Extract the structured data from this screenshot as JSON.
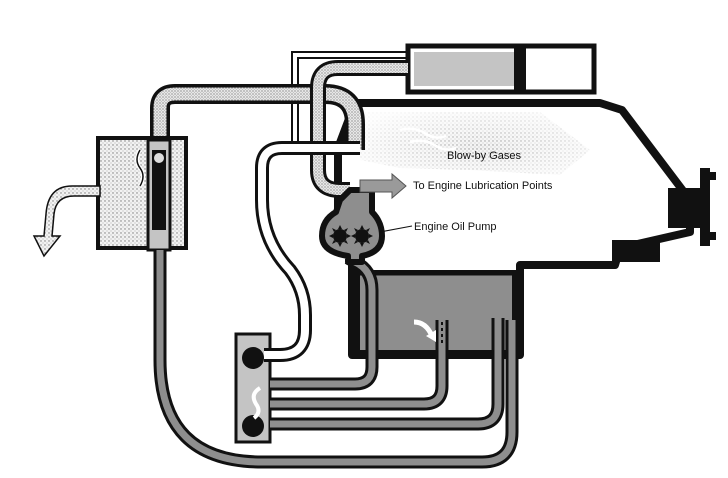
{
  "labels": {
    "blow_by_gases": "Blow-by Gases",
    "lubrication_points": "To Engine Lubrication Points",
    "oil_pump": "Engine Oil Pump"
  },
  "colors": {
    "outline": "#111111",
    "pipe_fill": "#c4c4c4",
    "oil": "#8e8e8e",
    "stipple": "#ececec",
    "arrow": "#9a9a9a"
  }
}
